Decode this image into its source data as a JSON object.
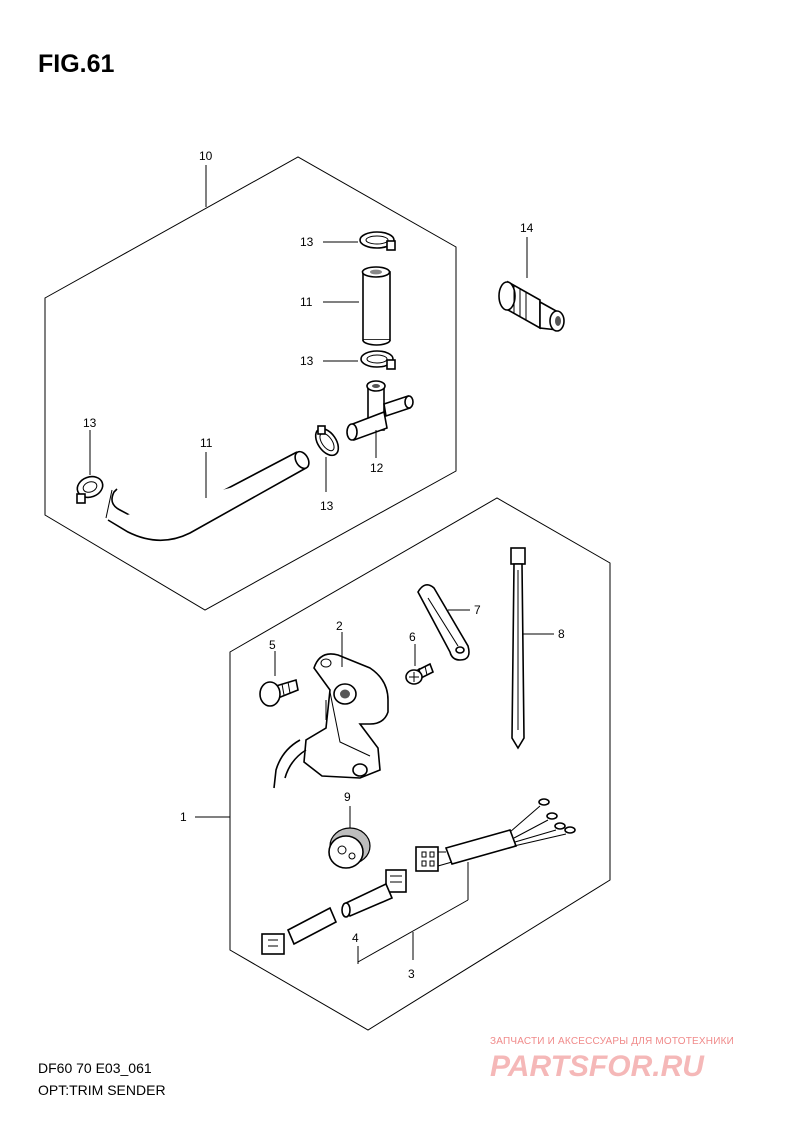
{
  "figure": {
    "title": "FIG.61"
  },
  "footer": {
    "model": "DF60 70 E03_061",
    "caption": "OPT:TRIM SENDER"
  },
  "watermark": {
    "line1": "ЗАПЧАСТИ И АКСЕССУАРЫ ДЛЯ МОТОТЕХНИКИ",
    "line2": "PARTSFOR.RU"
  },
  "callouts": {
    "c10": "10",
    "c14": "14",
    "c13a": "13",
    "c11a": "11",
    "c13b": "13",
    "c13c": "13",
    "c11b": "11",
    "c13d": "13",
    "c12": "12",
    "c2": "2",
    "c5": "5",
    "c6": "6",
    "c7": "7",
    "c8": "8",
    "c1": "1",
    "c9": "9",
    "c4": "4",
    "c3": "3"
  }
}
